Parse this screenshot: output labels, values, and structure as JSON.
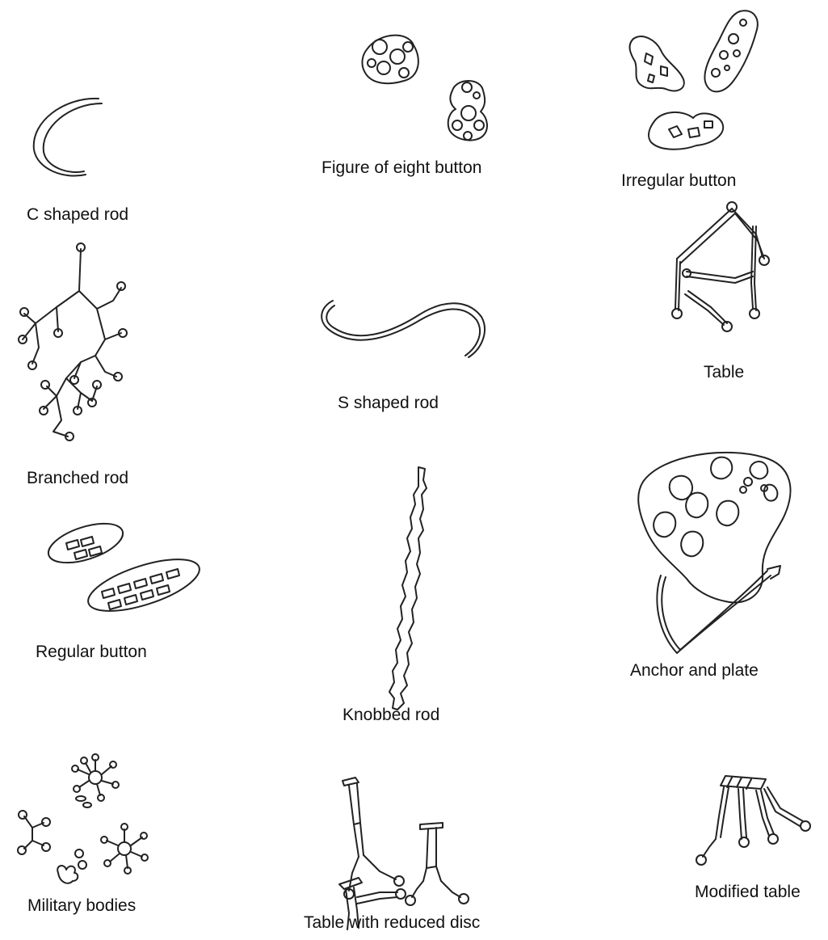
{
  "labels": {
    "c_shaped_rod": "C shaped rod",
    "figure_of_eight_button": "Figure of eight button",
    "irregular_button": "Irregular button",
    "branched_rod": "Branched rod",
    "s_shaped_rod": "S shaped rod",
    "table": "Table",
    "regular_button": "Regular button",
    "knobbed_rod": "Knobbed rod",
    "anchor_and_plate": "Anchor and plate",
    "military_bodies": "Military bodies",
    "table_with_reduced_disc": "Table with reduced disc",
    "modified_table": "Modified table"
  },
  "colors": {
    "ink": "#222222",
    "background": "#ffffff"
  }
}
